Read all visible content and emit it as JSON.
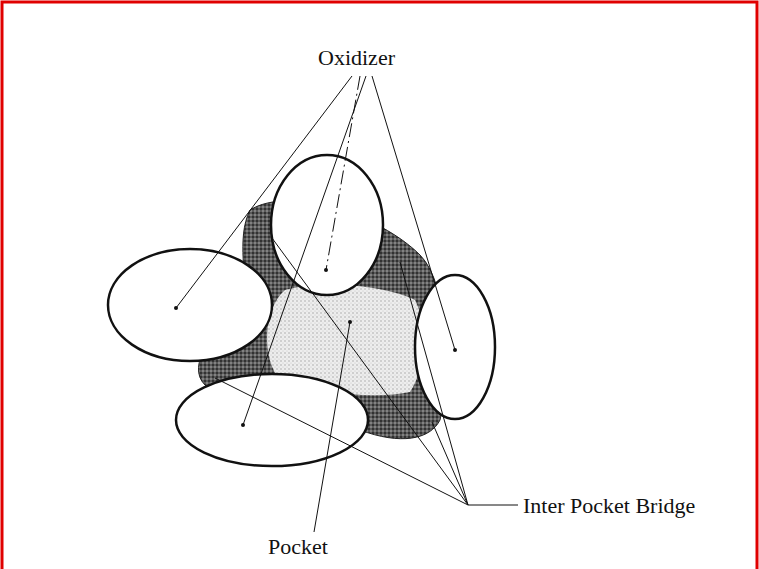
{
  "diagram": {
    "labels": [
      "Oxidizer",
      "Inter Pocket Bridge",
      "Pocket"
    ]
  }
}
